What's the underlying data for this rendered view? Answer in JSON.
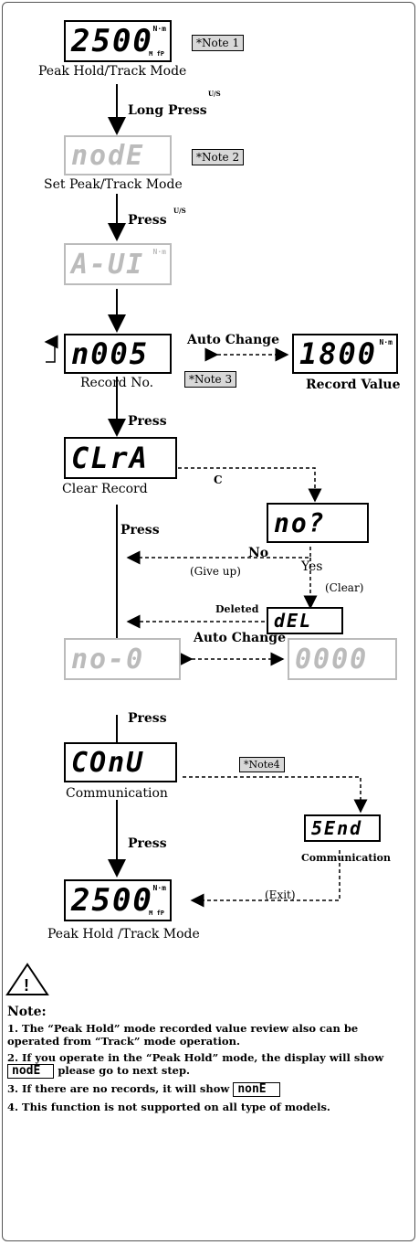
{
  "labels": {
    "peak_hold_track_mode": "Peak Hold/Track Mode",
    "long_press": "Long Press",
    "set_peak_track_mode": "Set Peak/Track Mode",
    "press1": "Press",
    "auto_change1": "Auto Change",
    "record_no": "Record No.",
    "record_value": "Record Value",
    "press2": "Press",
    "clear_record": "Clear Record",
    "press3": "Press",
    "no": "No",
    "yes": "Yes",
    "give_up": "(Give up)",
    "clear": "(Clear)",
    "deleted": "Deleted",
    "auto_change2": "Auto Change",
    "press4": "Press",
    "communication": "Communication",
    "press5": "Press",
    "communication2": "Communication",
    "exit": "(Exit)",
    "peak_hold_track_mode2": "Peak Hold /Track Mode"
  },
  "notes_tags": {
    "n1": "*Note 1",
    "n2": "*Note 2",
    "n3": "*Note 3",
    "n4": "*Note4"
  },
  "displays": {
    "d1": "2500",
    "d1_unit": "N·m",
    "d1_sub": "M fP",
    "d2": "nodE",
    "d3": "A-UI",
    "d3_unit": "N·m",
    "d4": "n005",
    "d5": "1800",
    "d5_unit": "N·m",
    "d6": "CLrA",
    "d7": "no?",
    "d8": "dEL",
    "d9": "no-0",
    "d10": "0000",
    "d11": "COnU",
    "d12": "5End",
    "d13": "2500",
    "d13_unit": "N·m",
    "d13_sub": "M fP"
  },
  "buttons": {
    "us": "U/S",
    "c": "C"
  },
  "note_section": {
    "title": "Note:",
    "n1": "1. The “Peak Hold” mode recorded value review also can be operated from “Track” mode operation.",
    "n2a": "2. If you operate in the “Peak Hold” mode, the display will show",
    "n2_disp": "nodE",
    "n2b": "please go to next step.",
    "n3a": "3. If there are no records, it will show",
    "n3_disp": "nonE",
    "n4": "4. This function is not supported on all type of models."
  }
}
